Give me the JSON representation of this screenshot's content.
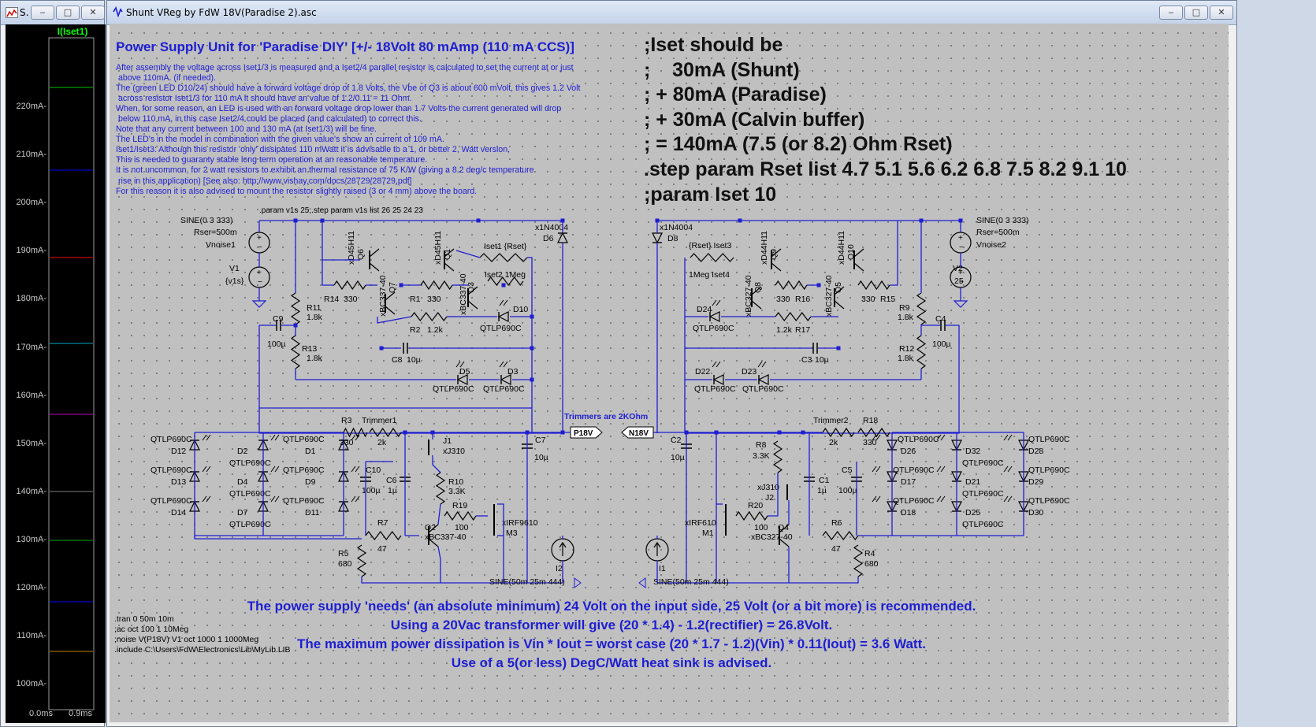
{
  "plot_window": {
    "title": "S.",
    "trace_label": "I(Iset1)",
    "y_ticks": [
      "220mA-",
      "210mA-",
      "200mA-",
      "190mA-",
      "180mA-",
      "170mA-",
      "160mA-",
      "150mA-",
      "140mA-",
      "130mA-",
      "120mA-",
      "110mA-",
      "100mA-"
    ],
    "x_ticks": [
      "0.0ms",
      "0.9ms"
    ],
    "trace_colors": [
      "#00c000",
      "#0000ff",
      "#ff0000",
      "#00a8c8",
      "#c000c0",
      "#808080",
      "#00a000",
      "#0000ff",
      "#c08000"
    ]
  },
  "schematic_window": {
    "title": "Shunt VReg by FdW 18V(Paradise 2).asc"
  },
  "window_buttons": {
    "minimize": "‒",
    "restore": "□",
    "close": "✕"
  },
  "schematic": {
    "heading": "Power Supply Unit for 'Paradise DIY' [+/- 18Volt 80 mAmp (110 mA CCS)]",
    "paragraph": "After assembly the voltage across Iset1/3 is measured and a Iset2/4 parallel resistor is calculated to set the current at or just\n above 110mA. (if needed).\nThe (green LED D10/24) should have a forward voltage drop of 1.8 Volts, the Vbe of Q3 is about 600 mVolt, this gives 1.2 Volt\n across resistor Iset1/3 for 110 mA it should have an value of 1.2/0.11 = 11 Ohm.\nWhen, for some reason, an LED is used with an forward voltage drop lower than 1.7 Volts the current generated will drop\n below 110 mA, in this case Iset2/4 could be placed (and calculated) to correct this.\nNote that any current between 100 and 130 mA (at Iset1/3) will be fine.\nThe LED's in the model in combination with the given value's show an current of 109 mA.\nIset1/Iset3: Although this resistor 'only' dissipates 110 mWatt it is advisable to a 1, or better 2, Watt version,\nThis is needed to guaranty stable long term operation at an reasonable temperature.\nIt is not uncommon, for 2 watt resistors to exhibit an thermal resistance of 75 K/W (giving a 8.2 deg/c temperature\n rise in this application) [See also: http://www.vishay.com/docs/28729/28729.pdf]\nFor this reason it is also advised to mount the resistor slightly raised (3 or 4 mm) above the board.",
    "right_notes": ";Iset should be\n;    30mA (Shunt)\n; + 80mA (Paradise)\n; + 30mA (Calvin buffer)\n; = 140mA (7.5 (or 8.2) Ohm Rset)\n.step param Rset list 4.7 5.1 5.6 6.2 6.8 7.5 8.2 9.1 10\n;param Iset 10",
    "bottom_notes": [
      "The power supply 'needs' (an absolute minimum) 24 Volt on the input side, 25 Volt (or a bit more) is recommended.",
      "Using a 20Vac transformer will give (20 * 1.4) - 1.2(rectifier) = 26.8Volt.",
      "The maximum power dissipation is Vin * Iout = worst case (20 * 1.7 - 1.2)(Vin) * 0.11(Iout) = 3.6 Watt.",
      "Use of a 5(or less) DegC/Watt heat sink is advised."
    ],
    "spice_directives": ".tran 0 50m 10m\n;ac oct 100 1 10Meg\n;noise V(P18V) V1 oct 1000 1 1000Meg\n.include C:\\Users\\FdW\\Electronics\\Lib\\MyLib.LIB",
    "step_param": ".param v1s 25;.step param v1s list 26 25 24 23",
    "trimmers_note": "Trimmers are 2KOhm",
    "net_labels": {
      "pos": "P18V",
      "neg": "N18V"
    },
    "components": {
      "V1": [
        "SINE(0 3 333)",
        "Rser=500m",
        "Vnoise1",
        "V1",
        "{v1s}"
      ],
      "V2": [
        "SINE(0 3 333)",
        "Rser=500m",
        "Vnoise2",
        "V2",
        "25"
      ],
      "Q6": [
        "xD45H11",
        "Q6"
      ],
      "Q7": [
        "xBC337-40",
        "Q7"
      ],
      "Q1": [
        "xD45H11",
        "Q1"
      ],
      "Q3": [
        "xBC337-40",
        "Q3"
      ],
      "Q9": [
        "xD44H11",
        "Q9"
      ],
      "Q8": [
        "xBC327-40",
        "Q8"
      ],
      "Q10": [
        "xD44H11",
        "Q10"
      ],
      "Q5": [
        "xBC327-40",
        "Q5"
      ],
      "D6": [
        "x1N4004",
        "D6"
      ],
      "D8": [
        "x1N4004",
        "D8"
      ],
      "Iset1": "Iset1 {Rset}",
      "Iset2": "Iset2 1Meg",
      "Iset3": "{Rset} Iset3",
      "Iset4": "1Meg Iset4",
      "R14": "R14",
      "R14v": "330",
      "R1": "R1",
      "R1v": "330",
      "R2": "R2",
      "R2v": "1.2k",
      "R11": "R11",
      "R11v": "1.8k",
      "R13": "R13",
      "R13v": "1.8k",
      "R16": "R16",
      "R16v": "330",
      "R15": "R15",
      "R15v": "330",
      "R17": "R17",
      "R17v": "1.2k",
      "R9": "R9",
      "R9v": "1.8k",
      "R12": "R12",
      "R12v": "1.8k",
      "C9": "C9",
      "C9v": "100µ",
      "C8": "C8",
      "C8v": "10µ",
      "C4": "C4",
      "C4v": "100µ",
      "C3": "C3",
      "C3v": "10µ",
      "D10": "D10",
      "D24": "D24",
      "D5": "D5",
      "D3": "D3",
      "D22": "D22",
      "D23": "D23",
      "LED": "QTLP690C",
      "R3": "R3",
      "R3v": "330",
      "Trimmer1": "Trimmer1",
      "Trimmer1v": "2k",
      "Trimmer2": "Trimmer2",
      "Trimmer2v": "2k",
      "R18": "R18",
      "R18v": "330",
      "J1": [
        "J1",
        "xJ310"
      ],
      "J2": [
        "xJ310",
        "J2"
      ],
      "C10": "C10",
      "C10v": "100µ",
      "C6": "C6",
      "C6v": "1µ",
      "C7": "C7",
      "C7v": "10µ",
      "C2": "C2",
      "C2v": "10µ",
      "C1": "C1",
      "C1v": "1µ",
      "C5": "C5",
      "C5v": "100µ",
      "R10": "R10",
      "R10v": "3.3K",
      "R8": "R8",
      "R8v": "3.3K",
      "R19": "R19",
      "R19v": "100",
      "R20": "R20",
      "R20v": "100",
      "M3": [
        "xIRF9610",
        "M3"
      ],
      "M1": [
        "xIRF610",
        "M1"
      ],
      "Q2": [
        "Q2",
        "xBC337-40"
      ],
      "Q4": [
        "Q4",
        "xBC327-40"
      ],
      "R7": "R7",
      "R7v": "47",
      "R5": "R5",
      "R5v": "680",
      "R6": "R6",
      "R6v": "47",
      "R4": "R4",
      "R4v": "680",
      "I2": [
        "I2",
        "SINE(50m 25m 444)"
      ],
      "I1": [
        "I1",
        "SINE(50m 25m 444)"
      ],
      "Dleft": [
        "D12",
        "D13",
        "D14",
        "D2",
        "D4",
        "D7",
        "D1",
        "D9",
        "D11"
      ],
      "Dright": [
        "D26",
        "D17",
        "D18",
        "D32",
        "D21",
        "D25",
        "D28",
        "D29",
        "D30"
      ]
    }
  }
}
